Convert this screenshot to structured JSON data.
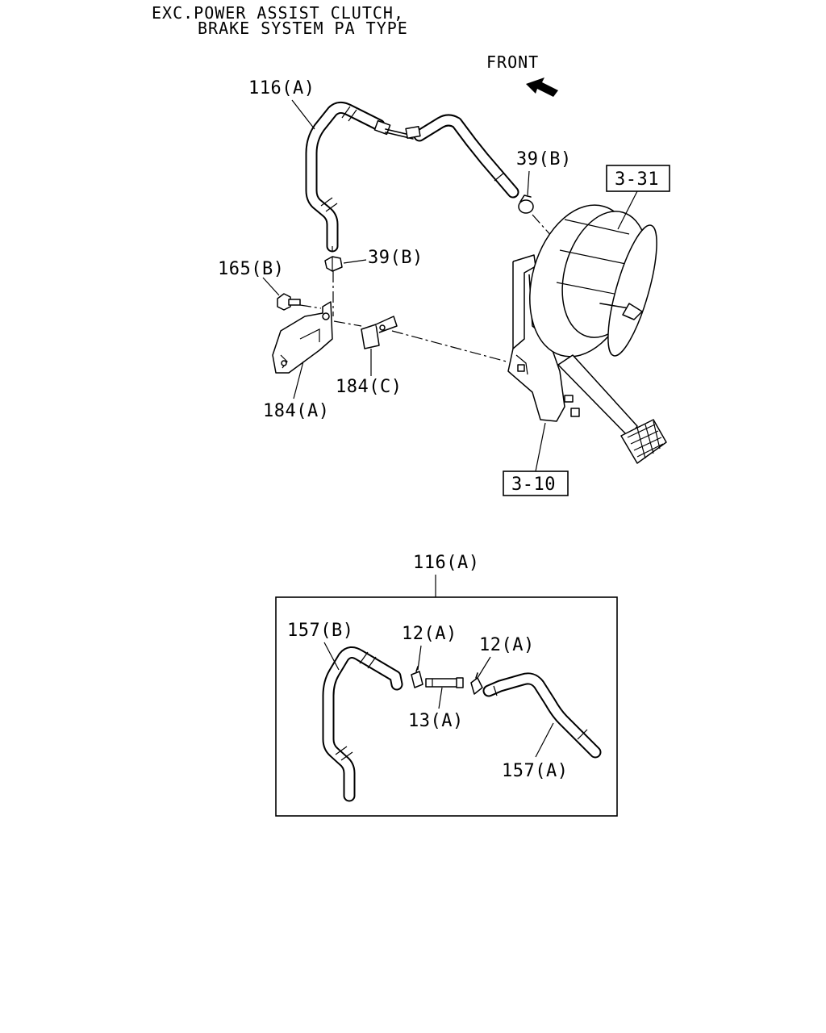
{
  "header": {
    "line1": "EXC.POWER ASSIST CLUTCH,",
    "line2": "BRAKE SYSTEM PA TYPE"
  },
  "front_label": "FRONT",
  "callouts": {
    "hose_assembly_top": "116(A)",
    "clip_upper": "39(B)",
    "clip_lower": "39(B)",
    "bolt": "165(B)",
    "bracket_a": "184(A)",
    "bracket_c": "184(C)",
    "ref_booster": "3-31",
    "ref_pedal": "3-10"
  },
  "detail": {
    "title": "116(A)",
    "hose_b": "157(B)",
    "clamp_left": "12(A)",
    "clamp_right": "12(A)",
    "joint_pipe": "13(A)",
    "hose_a": "157(A)"
  },
  "colors": {
    "ink": "#000000",
    "paper": "#ffffff"
  }
}
